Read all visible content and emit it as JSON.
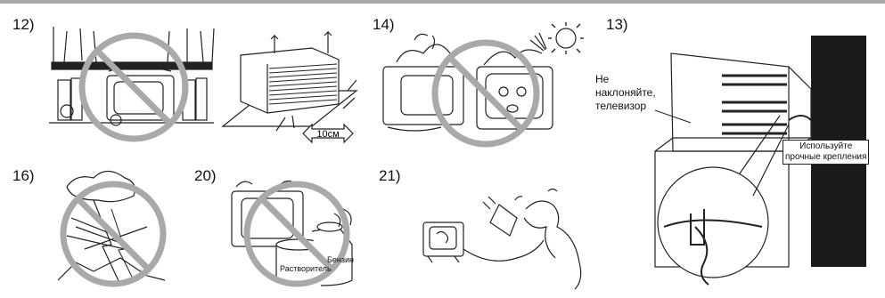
{
  "figures": {
    "f12": {
      "num": "12)"
    },
    "f10cm": {
      "label": "10см"
    },
    "f14": {
      "num": "14)"
    },
    "f13": {
      "num": "13)",
      "warning": "Не\nнаклоняйте,\nтелевизор",
      "tag": "Используйте\nпрочные крепления"
    },
    "f16": {
      "num": "16)"
    },
    "f20": {
      "num": "20)",
      "can1": "Растворитель",
      "can2": "Бензин"
    },
    "f21": {
      "num": "21)"
    }
  },
  "colors": {
    "prohibit": "#a9a9a9",
    "line": "#222222",
    "post": "#1a1a1a"
  }
}
